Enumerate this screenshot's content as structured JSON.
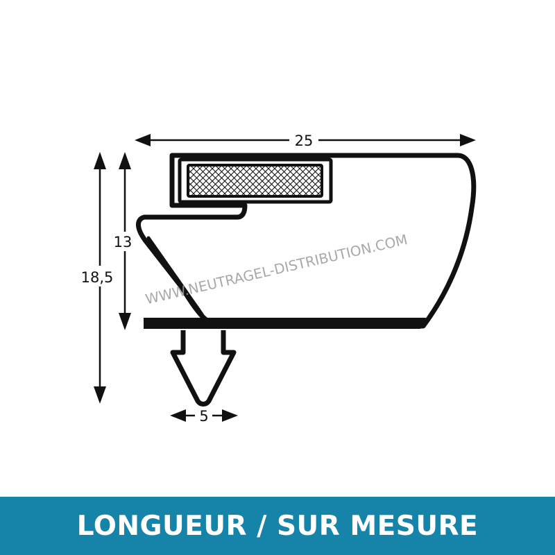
{
  "dimensions": {
    "width": "25",
    "height_total": "18,5",
    "height_upper": "13",
    "base": "5"
  },
  "watermark": "WWW.NEUTRAGEL-DISTRIBUTION.COM",
  "footer": {
    "text": "LONGUEUR / SUR MESURE"
  },
  "colors": {
    "outline": "#111111",
    "footer_background": "#1684a9",
    "footer_text": "#ffffff",
    "watermark": "#9a9a9a"
  }
}
